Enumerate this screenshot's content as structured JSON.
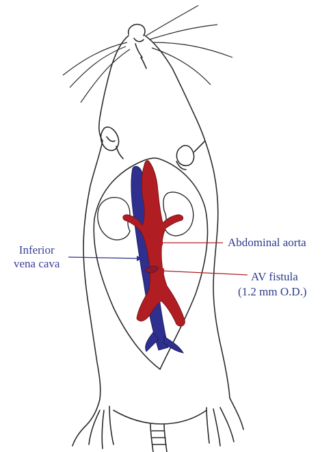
{
  "labels": {
    "ivc_line1": "Inferior",
    "ivc_line2": "vena cava",
    "aorta": "Abdominal aorta",
    "fistula": "AV fistula",
    "fistula_size": "(1.2 mm O.D.)"
  },
  "colors": {
    "outline": "#2a2a2a",
    "artery": "#b01e24",
    "vein": "#2e2f8f",
    "artery_pointer": "#b01e24",
    "vein_pointer": "#2e2f8f",
    "text": "#2c3a8c"
  },
  "icons": {
    "animal": "rat-outline",
    "kidneys": "kidney-outline"
  }
}
